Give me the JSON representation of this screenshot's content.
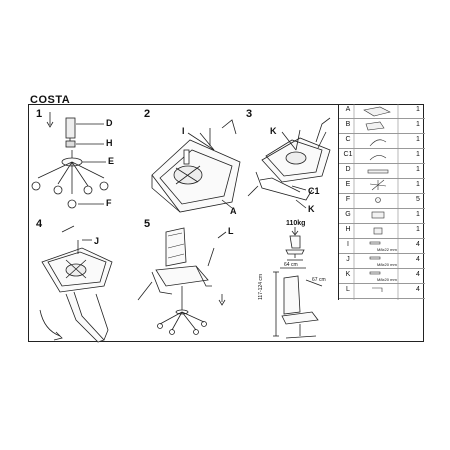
{
  "model_name": "COSTA",
  "steps": [
    "1",
    "2",
    "3",
    "4",
    "5"
  ],
  "callouts": {
    "step1": [
      "D",
      "H",
      "E",
      "F"
    ],
    "step2": [
      "I",
      "A"
    ],
    "step3": [
      "K",
      "C1",
      "K"
    ],
    "step4": [
      "J"
    ],
    "step5": [
      "L"
    ]
  },
  "weight_limit": "110kg",
  "dimensions": {
    "seat_width": "64 cm",
    "depth": "67 cm",
    "height": "117-124 cm"
  },
  "parts": [
    {
      "letter": "A",
      "qty": "1",
      "icon": "seat-icon"
    },
    {
      "letter": "B",
      "qty": "1",
      "icon": "backrest-icon"
    },
    {
      "letter": "C",
      "qty": "1",
      "icon": "armrest-icon"
    },
    {
      "letter": "C1",
      "qty": "1",
      "icon": "armrest-icon"
    },
    {
      "letter": "D",
      "qty": "1",
      "icon": "gas-lift-icon"
    },
    {
      "letter": "E",
      "qty": "1",
      "icon": "star-base-icon"
    },
    {
      "letter": "F",
      "qty": "5",
      "icon": "caster-icon"
    },
    {
      "letter": "G",
      "qty": "1",
      "icon": "mechanism-icon"
    },
    {
      "letter": "H",
      "qty": "1",
      "icon": "cover-icon"
    },
    {
      "letter": "I",
      "qty": "4",
      "size": "M8x22 mm",
      "icon": "screw-icon"
    },
    {
      "letter": "J",
      "qty": "4",
      "size": "M8x20 mm",
      "icon": "screw-icon"
    },
    {
      "letter": "K",
      "qty": "4",
      "size": "M8x20 mm",
      "icon": "screw-icon"
    },
    {
      "letter": "L",
      "qty": "4",
      "icon": "allen-key-icon"
    }
  ]
}
